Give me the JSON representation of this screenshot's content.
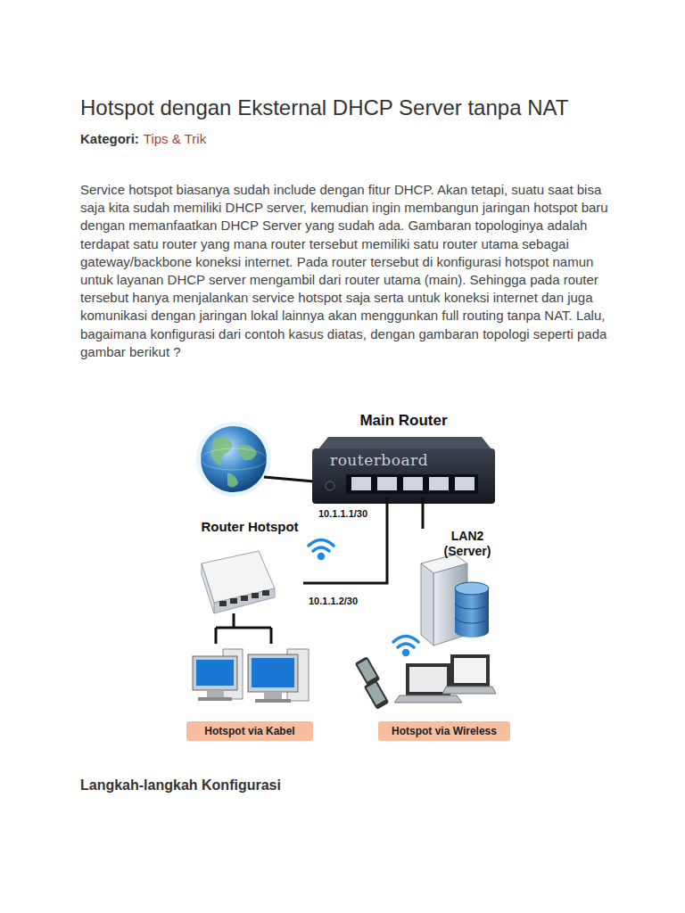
{
  "diagram": {
    "title": "Hotspot dengan Eksternal DHCP Server tanpa NAT",
    "nodes": [
      {
        "text": [
          "Main Router"
        ]
      },
      {
        "text": [
          "Router Hotspot"
        ]
      },
      {
        "text": [
          "LAN2 (Server)"
        ]
      },
      {
        "text": [
          "Hotspot via Kabel"
        ]
      },
      {
        "text": [
          "Hotspot via Wireless"
        ]
      }
    ],
    "edges": [
      {
        "from": 0,
        "to": 1,
        "arrow": "none"
      },
      {
        "from": 0,
        "to": 2,
        "arrow": "none"
      }
    ],
    "labels": [
      "Kategori:",
      "Tips & Trik",
      "Service hotspot biasanya sudah include dengan fitur DHCP. Akan tetapi, suatu saat bisa saja kita sudah memiliki DHCP server, kemudian ingin membangun jaringan hotspot baru dengan memanfaatkan DHCP Server yang sudah ada. Gambaran topologinya adalah terdapat satu router yang mana router tersebut memiliki satu router utama sebagai gateway/backbone koneksi internet. Pada router tersebut di konfigurasi hotspot namun untuk layanan DHCP server mengambil dari router utama (main). Sehingga pada router tersebut hanya menjalankan service hotspot saja serta untuk koneksi internet dan juga komunikasi dengan jaringan lokal lainnya akan menggunkan full routing tanpa NAT. Lalu, bagaimana konfigurasi dari contoh kasus diatas, dengan gambaran topologi seperti pada gambar berikut ?",
      "routerboard",
      "10.1.1.1/30",
      "10.1.1.2/30",
      "Langkah-langkah Konfigurasi"
    ]
  }
}
